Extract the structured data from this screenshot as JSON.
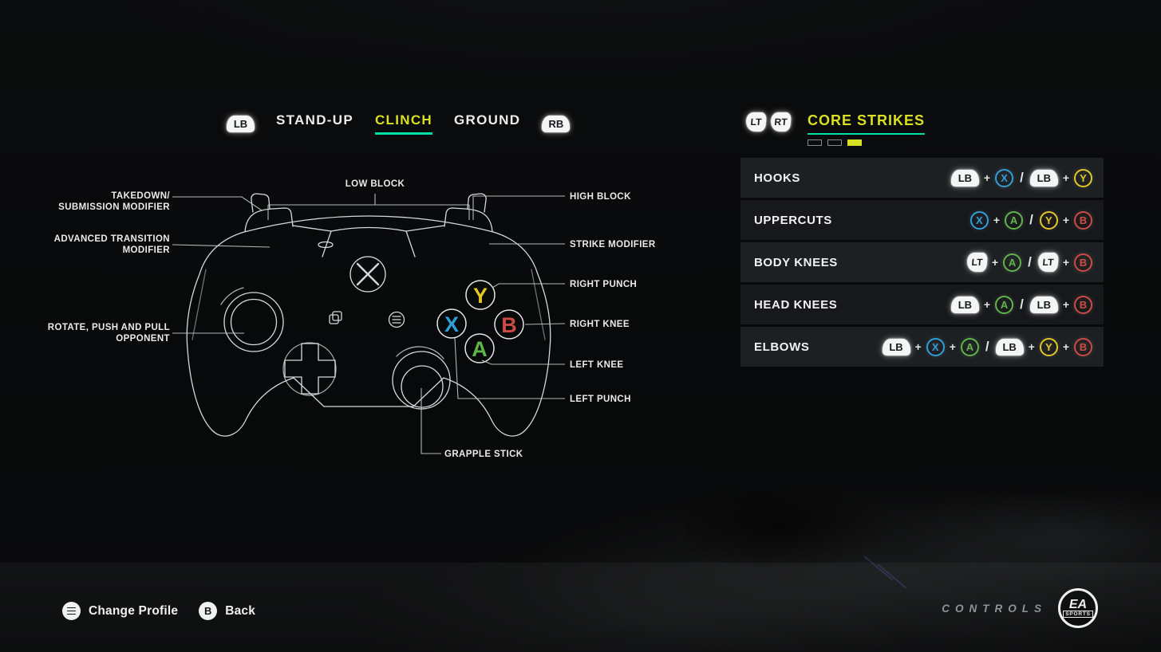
{
  "colors": {
    "accent_yellow": "#d9e021",
    "underline_teal": "#00dfa6",
    "face": {
      "X": "#2e9fd8",
      "Y": "#e5c722",
      "A": "#5fb549",
      "B": "#cf4a42"
    },
    "row_bg": "#1d2023",
    "row_bg_alt": "#16181b"
  },
  "tabs": {
    "lb_label": "LB",
    "rb_label": "RB",
    "items": [
      {
        "label": "STAND-UP",
        "active": false
      },
      {
        "label": "CLINCH",
        "active": true
      },
      {
        "label": "GROUND",
        "active": false
      }
    ]
  },
  "panel": {
    "lt_label": "LT",
    "rt_label": "RT",
    "title": "CORE STRIKES",
    "pages": {
      "total": 3,
      "active_index": 2
    },
    "rows": [
      {
        "label": "HOOKS",
        "combo": [
          [
            "LB",
            "X"
          ],
          [
            "LB",
            "Y"
          ]
        ]
      },
      {
        "label": "UPPERCUTS",
        "combo": [
          [
            "X",
            "A"
          ],
          [
            "Y",
            "B"
          ]
        ]
      },
      {
        "label": "BODY KNEES",
        "combo": [
          [
            "LT",
            "A"
          ],
          [
            "LT",
            "B"
          ]
        ]
      },
      {
        "label": "HEAD KNEES",
        "combo": [
          [
            "LB",
            "A"
          ],
          [
            "LB",
            "B"
          ]
        ]
      },
      {
        "label": "ELBOWS",
        "combo": [
          [
            "LB",
            "X",
            "A"
          ],
          [
            "LB",
            "Y",
            "B"
          ]
        ]
      }
    ]
  },
  "diagram": {
    "buttons": {
      "Y": "Y",
      "X": "X",
      "B": "B",
      "A": "A"
    },
    "labels": {
      "low_block": "LOW BLOCK",
      "takedown": "TAKEDOWN/\nSUBMISSION MODIFIER",
      "advanced_transition": "ADVANCED TRANSITION\nMODIFIER",
      "high_block": "HIGH BLOCK",
      "strike_modifier": "STRIKE MODIFIER",
      "right_punch": "RIGHT PUNCH",
      "right_knee": "RIGHT KNEE",
      "left_knee": "LEFT KNEE",
      "left_punch": "LEFT PUNCH",
      "rotate_opponent": "ROTATE, PUSH AND PULL\nOPPONENT",
      "grapple_stick": "GRAPPLE STICK"
    }
  },
  "footer": {
    "change_profile_label": "Change Profile",
    "back_button_glyph": "B",
    "back_label": "Back",
    "controls_label": "CONTROLS",
    "ea_top": "EA",
    "ea_bottom": "SPORTS"
  }
}
